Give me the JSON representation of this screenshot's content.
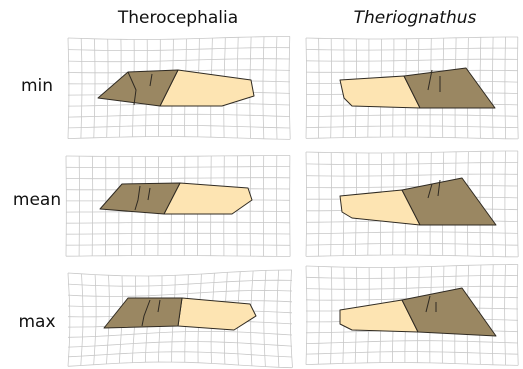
{
  "columns": [
    {
      "title": "Therocephalia",
      "style": "normal"
    },
    {
      "title": "Theriognathus",
      "style": "italic"
    }
  ],
  "rows": [
    {
      "label": "min"
    },
    {
      "label": "mean"
    },
    {
      "label": "max"
    }
  ],
  "colors": {
    "grid": "#c8c8c8",
    "dark_region": "#9a8762",
    "light_region": "#fde4b2",
    "outline": "#2f2a22"
  }
}
